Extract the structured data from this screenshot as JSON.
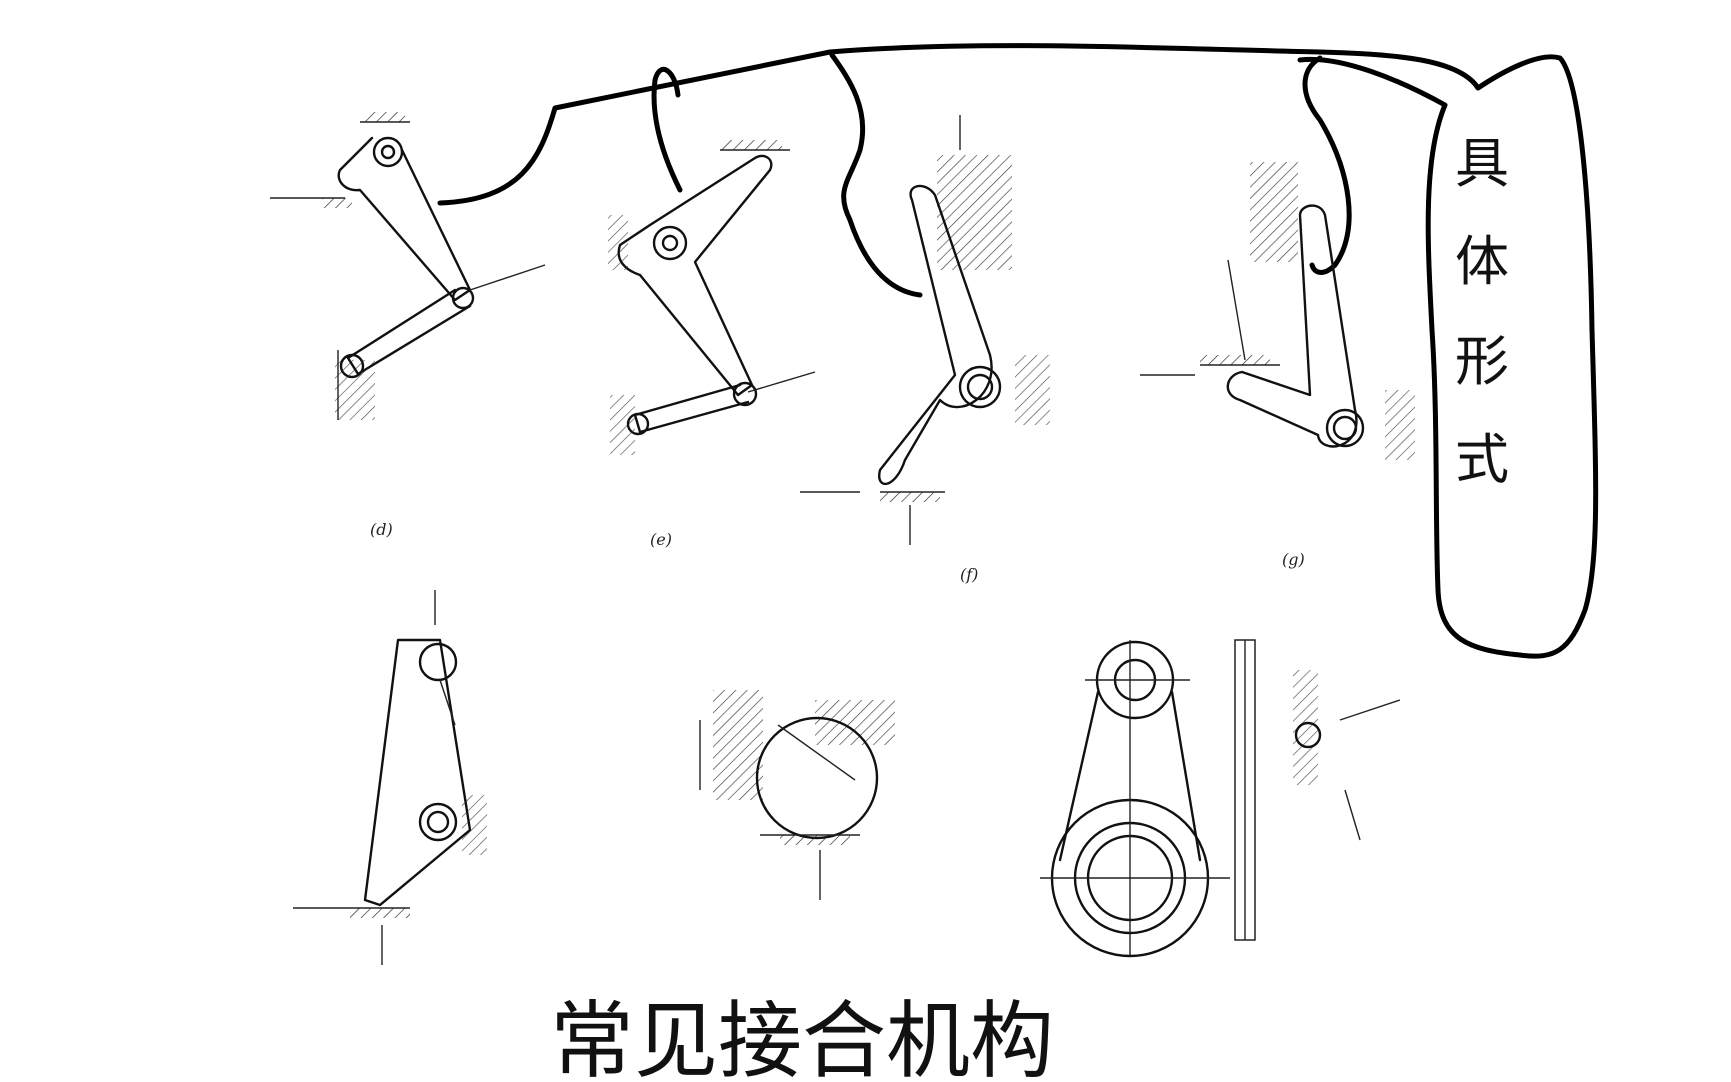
{
  "figure_captions": [
    "(d)",
    "(e)",
    "(f)",
    "(g)"
  ],
  "side_label": [
    "具",
    "体",
    "形",
    "式"
  ],
  "title": "常见接合机构",
  "colors": {
    "ink": "#111111",
    "background": "#ffffff"
  }
}
